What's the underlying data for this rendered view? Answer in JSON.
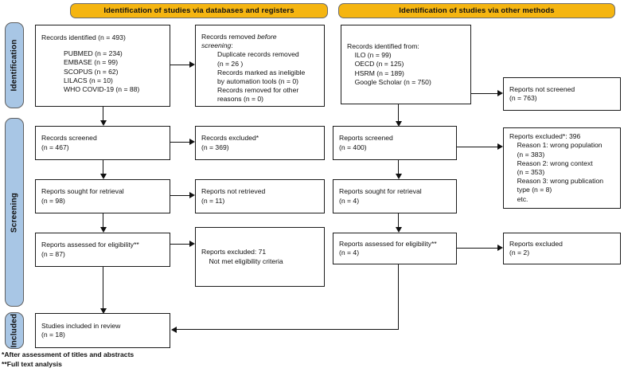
{
  "diagram": {
    "type": "prisma-flow-diagram",
    "colors": {
      "header_bar": "#F5B510",
      "phase_bar": "#A8C6E5",
      "box_border": "#1b1b1b",
      "text": "#101010",
      "background": "#ffffff"
    },
    "headers": [
      {
        "id": "databases",
        "label": "Identification of studies via databases and registers"
      },
      {
        "id": "other",
        "label": "Identification of studies via other methods"
      }
    ],
    "phases": [
      {
        "id": "identification",
        "label": "Identification"
      },
      {
        "id": "screening",
        "label": "Screening"
      },
      {
        "id": "included",
        "label": "Included"
      }
    ],
    "boxes": {
      "records_identified": {
        "title": "Records identified (n = 493)",
        "body": "PUBMED (n = 234)\nEMBASE (n = 99)\nSCOPUS (n = 62)\nLILACS (n = 10)\nWHO COVID-19 (n = 88)"
      },
      "records_removed": {
        "line1_a": "Records removed ",
        "line1_b": "before",
        "line2_b": "screening",
        "line2_a": ":",
        "body": "Duplicate records removed\n(n = 26 )\nRecords marked as ineligible\nby automation tools (n = 0)\nRecords removed for other\nreasons (n = 0)"
      },
      "records_screened": {
        "text": "Records screened\n(n = 467)"
      },
      "records_excluded": {
        "text": "Records excluded*\n(n = 369)"
      },
      "reports_sought": {
        "text": "Reports sought for retrieval\n(n = 98)"
      },
      "reports_not_retrieved": {
        "text": "Reports not retrieved\n(n = 11)"
      },
      "reports_assessed": {
        "text": "Reports assessed for eligibility**\n(n = 87)"
      },
      "reports_excluded_71": {
        "text": "Reports excluded: 71\n    Not met eligibility criteria"
      },
      "studies_included": {
        "text": "Studies included in review\n(n = 18)"
      },
      "records_identified_other": {
        "text": "Records identified from:\n    ILO (n = 99)\n    OECD (n = 125)\n    HSRM (n = 189)\n    Google Scholar (n = 750)"
      },
      "reports_not_screened": {
        "text": "Reports not screened\n(n = 763)"
      },
      "reports_screened_other": {
        "text": "Reports screened\n(n = 400)"
      },
      "reports_excluded_396": {
        "text": "Reports excluded*: 396\n    Reason 1: wrong population\n    (n = 383)\n    Reason 2: wrong context\n    (n = 353)\n    Reason 3: wrong publication\n    type (n = 8)\n    etc."
      },
      "reports_sought_other": {
        "text": "Reports sought for retrieval\n(n = 4)"
      },
      "reports_assessed_other": {
        "text": "Reports assessed for eligibility**\n(n = 4)"
      },
      "reports_excluded_other": {
        "text": "Reports excluded\n(n = 2)"
      }
    },
    "footnotes": {
      "one": "*After assessment of titles and abstracts",
      "two": "**Full text analysis"
    }
  }
}
